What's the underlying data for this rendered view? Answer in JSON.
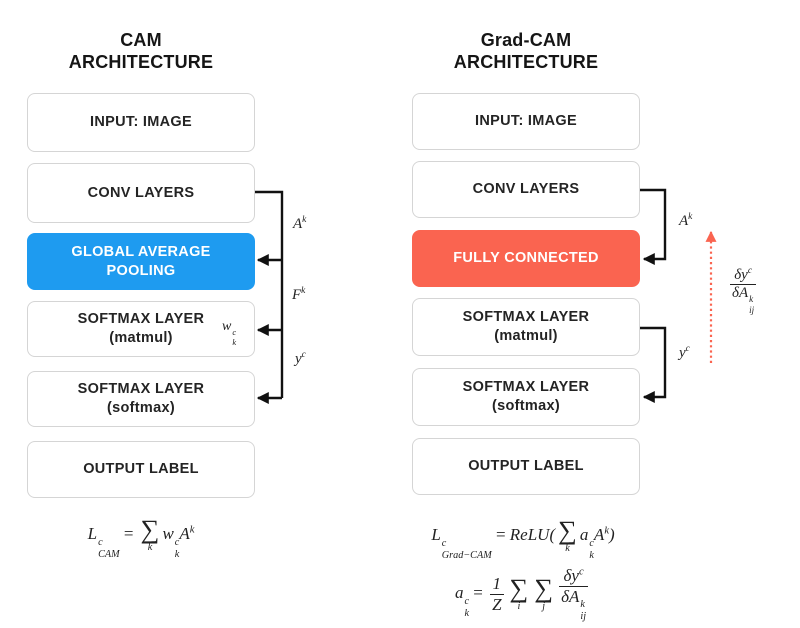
{
  "left": {
    "title_line1": "CAM",
    "title_line2": "ARCHITECTURE",
    "boxes": {
      "input": {
        "line1": "INPUT: IMAGE"
      },
      "conv": {
        "line1": "CONV LAYERS"
      },
      "gap": {
        "line1": "GLOBAL AVERAGE",
        "line2": "POOLING"
      },
      "matmul": {
        "line1": "SOFTMAX LAYER",
        "line2": "(matmul)"
      },
      "softmax": {
        "line1": "SOFTMAX LAYER",
        "line2": "(softmax)"
      },
      "output": {
        "line1": "OUTPUT LABEL"
      }
    },
    "edge_labels": {
      "ak": "A<sup>k</sup>",
      "fk": "F<sup>k</sup>",
      "wkc": "w<span class=\"ss\"><span class=\"t\">c</span><span class=\"b\">k</span></span>",
      "yc": "y<sup>c</sup>"
    },
    "formula": "L<span class=\"ss\"><span class=\"t\">c</span><span class=\"b\">CAM</span></span> <span class=\"r\">=</span> <span class=\"sum\"><span class=\"sig\">&#8721;</span><span class=\"lim\">k</span></span>w<span class=\"ss\"><span class=\"t\">c</span><span class=\"b\">k</span></span>A<sup>k</sup>"
  },
  "right": {
    "title_line1": "Grad-CAM",
    "title_line2": "ARCHITECTURE",
    "boxes": {
      "input": {
        "line1": "INPUT: IMAGE"
      },
      "conv": {
        "line1": "CONV LAYERS"
      },
      "fc": {
        "line1": "FULLY CONNECTED"
      },
      "matmul": {
        "line1": "SOFTMAX LAYER",
        "line2": "(matmul)"
      },
      "softmax": {
        "line1": "SOFTMAX LAYER",
        "line2": "(softmax)"
      },
      "output": {
        "line1": "OUTPUT LABEL"
      }
    },
    "edge_labels": {
      "ak": "A<sup>k</sup>",
      "yc": "y<sup>c</sup>",
      "gradient": "<span class=\"frac\"><span class=\"num\">&#948;y<sup>c</sup></span><span class=\"den\">&#948;A<span class=\"ss\"><span class=\"t\">k</span><span class=\"b\">ij</span></span></span></span>"
    },
    "formula1": "L<span class=\"ss\"><span class=\"t\">c</span><span class=\"b\">Grad&#8722;CAM</span></span> <span class=\"r\">=</span> ReLU(<span class=\"sum\"><span class=\"sig\">&#8721;</span><span class=\"lim\">k</span></span>a<span class=\"ss\"><span class=\"t\">c</span><span class=\"b\">k</span></span>A<sup>k</sup>)",
    "formula2": "a<span class=\"ss\"><span class=\"t\">c</span><span class=\"b\">k</span></span> <span class=\"r\">=</span> <span class=\"frac\"><span class=\"num\">1</span><span class=\"den\">Z</span></span><span class=\"sum\"><span class=\"sig\">&#8721;</span><span class=\"lim\">i</span></span><span class=\"sum\"><span class=\"sig\">&#8721;</span><span class=\"lim\">j</span></span><span class=\"frac\"><span class=\"num\">&#948;y<sup>c</sup></span><span class=\"den\">&#948;A<span class=\"ss\"><span class=\"t\">k</span><span class=\"b\">ij</span></span></span></span>"
  },
  "colors": {
    "highlight_blue": "#1E9BF0",
    "highlight_red": "#FA6450",
    "arrow_black": "#111111",
    "gradient_arrow_red": "#FA6450",
    "box_border": "#d5d5d5"
  }
}
